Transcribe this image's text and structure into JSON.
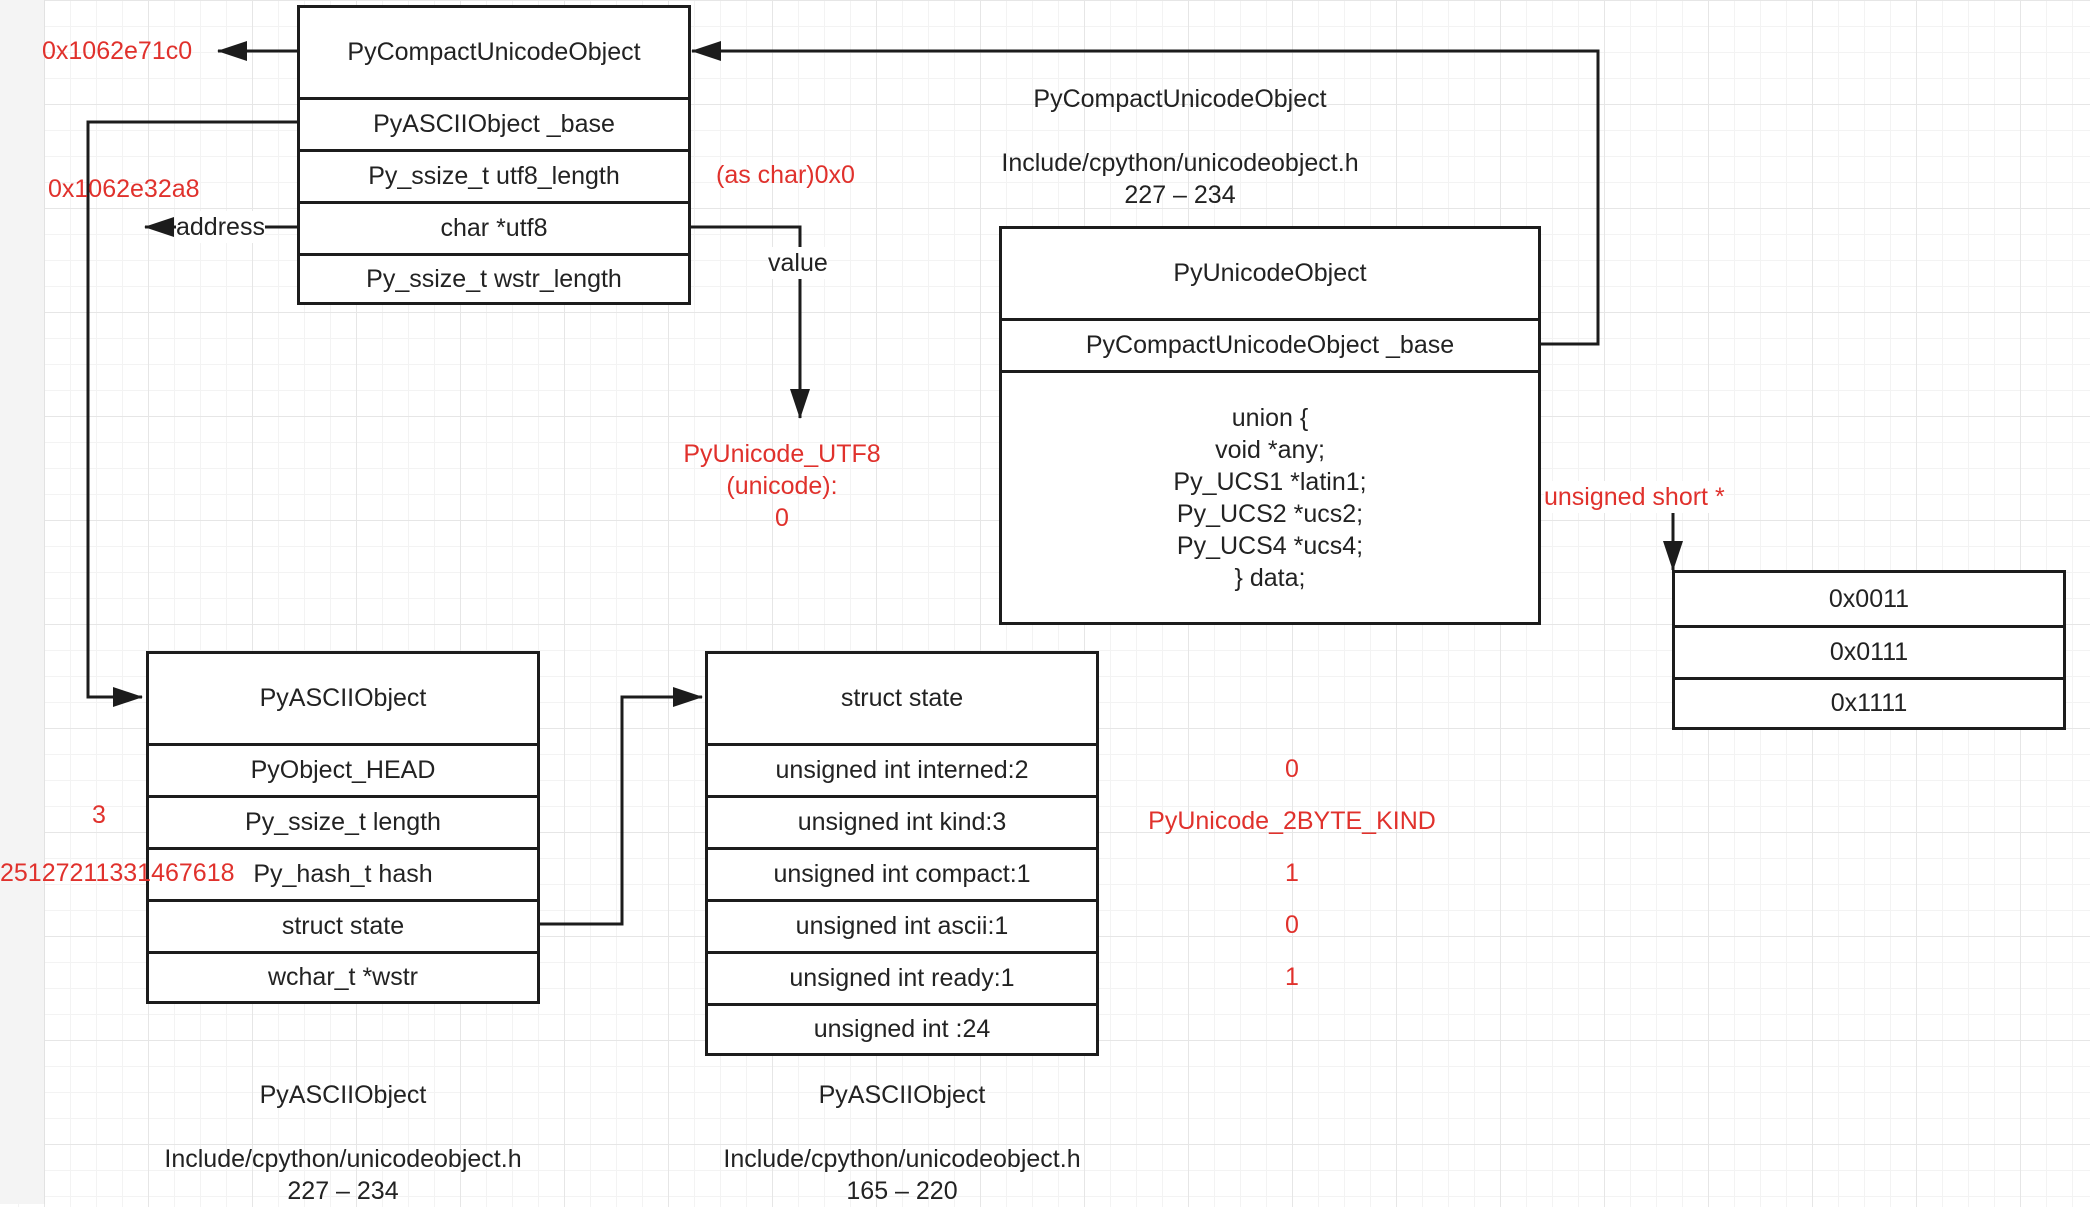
{
  "compact_box": {
    "title": "PyCompactUnicodeObject",
    "fields": [
      "PyASCIIObject _base",
      "Py_ssize_t utf8_length",
      "char *utf8",
      "Py_ssize_t wstr_length"
    ]
  },
  "unicode_box": {
    "title": "PyUnicodeObject",
    "fields": [
      "PyCompactUnicodeObject _base",
      "union {\nvoid *any;\nPy_UCS1 *latin1;\nPy_UCS2 *ucs2;\nPy_UCS4 *ucs4;\n} data;"
    ]
  },
  "ascii_box": {
    "title": "PyASCIIObject",
    "fields": [
      "PyObject_HEAD",
      "Py_ssize_t length",
      "Py_hash_t hash",
      "struct state",
      "wchar_t *wstr"
    ]
  },
  "state_box": {
    "title": "struct state",
    "fields": [
      "unsigned int interned:2",
      "unsigned int kind:3",
      "unsigned int compact:1",
      "unsigned int ascii:1",
      "unsigned int ready:1",
      "unsigned int :24"
    ]
  },
  "data_box": {
    "values": [
      "0x0011",
      "0x0111",
      "0x1111"
    ]
  },
  "annotations": {
    "compact_address": "0x1062e71c0",
    "utf8_address": "0x1062e32a8",
    "address_label": "address",
    "utf8_length_value": "(as char)0x0",
    "value_label": "value",
    "utf8_result": "PyUnicode_UTF8\n(unicode):\n0",
    "data_type": "unsigned short *",
    "length_value": "3",
    "hash_value": "2512721133146761​8",
    "state_values": [
      "0",
      "PyUnicode_2BYTE_KIND",
      "1",
      "0",
      "1"
    ]
  },
  "captions": {
    "compact": "PyCompactUnicodeObject\n\nInclude/cpython/unicodeobject.h\n227 – 234",
    "ascii": "PyASCIIObject\n\nInclude/cpython/unicodeobject.h\n227 – 234",
    "state": "PyASCIIObject\n\nInclude/cpython/unicodeobject.h\n165 – 220"
  },
  "colors": {
    "annotation": "#e0312c",
    "line": "#1c1c1c",
    "grid": "#e6e6e6"
  }
}
